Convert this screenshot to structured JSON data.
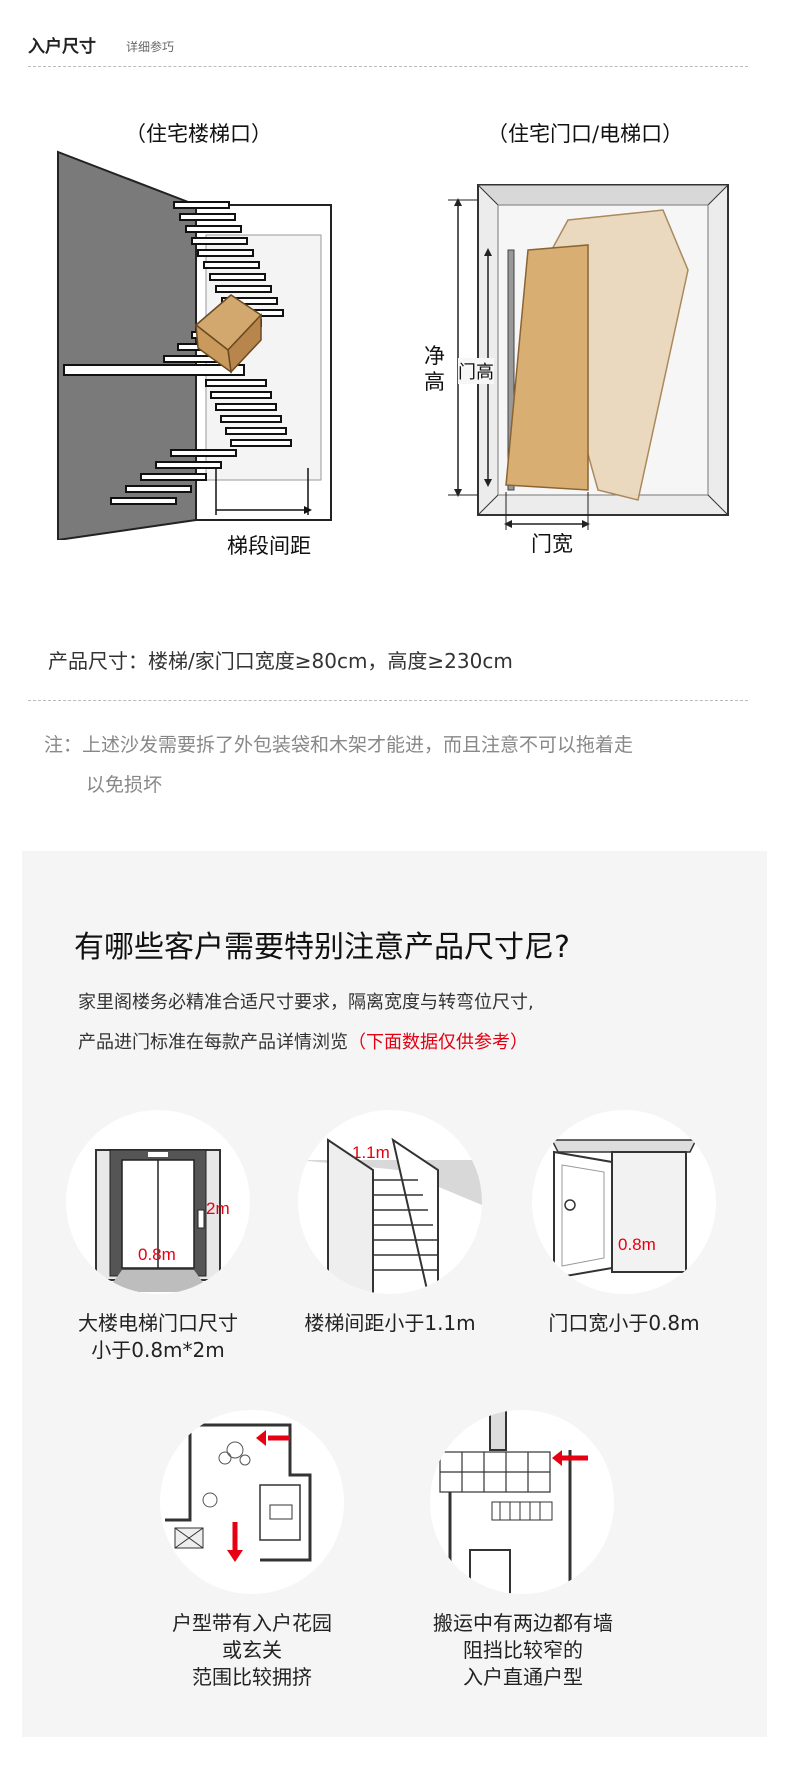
{
  "header": {
    "title": "入户尺寸",
    "subtitle": "详细参巧"
  },
  "figures": {
    "stairs_caption": "（住宅楼梯口）",
    "stairs_label": "梯段间距",
    "door_caption": "（住宅门口/电梯口）",
    "door_height_net_1": "净",
    "door_height_net_2": "高",
    "door_height_label": "门高",
    "door_width_label": "门宽"
  },
  "spec": "产品尺寸：楼梯/家门口宽度≥80cm，高度≥230cm",
  "note": {
    "line1": "注：上述沙发需要拆了外包装袋和木架才能进，而且注意不可以拖着走",
    "line2": "以免损坏"
  },
  "panel": {
    "title": "有哪些客户需要特别注意产品尺寸尼?",
    "line1": "家里阁楼务必精准合适尺寸要求，隔离宽度与转弯位尺寸,",
    "line2_prefix": "产品进门标准在每款产品详情浏览",
    "line2_red": "（下面数据仅供参考）",
    "items": [
      {
        "name": "elevator",
        "dims": [
          "2m",
          "0.8m"
        ],
        "label_lines": [
          "大楼电梯门口尺寸",
          "小于0.8m*2m"
        ]
      },
      {
        "name": "stairs",
        "dims": [
          "1.1m"
        ],
        "label_lines": [
          "楼梯间距小于1.1m"
        ]
      },
      {
        "name": "door",
        "dims": [
          "0.8m"
        ],
        "label_lines": [
          "门口宽小于0.8m"
        ]
      },
      {
        "name": "entry-garden",
        "dims": [],
        "label_lines": [
          "户型带有入户花园",
          "或玄关",
          "范围比较拥挤"
        ]
      },
      {
        "name": "walls",
        "dims": [],
        "label_lines": [
          "搬运中有两边都有墙",
          "阻挡比较窄的",
          "入户直通户型"
        ]
      }
    ]
  },
  "colors": {
    "accent_red": "#e60012",
    "box_tan": "#c9a06b"
  }
}
